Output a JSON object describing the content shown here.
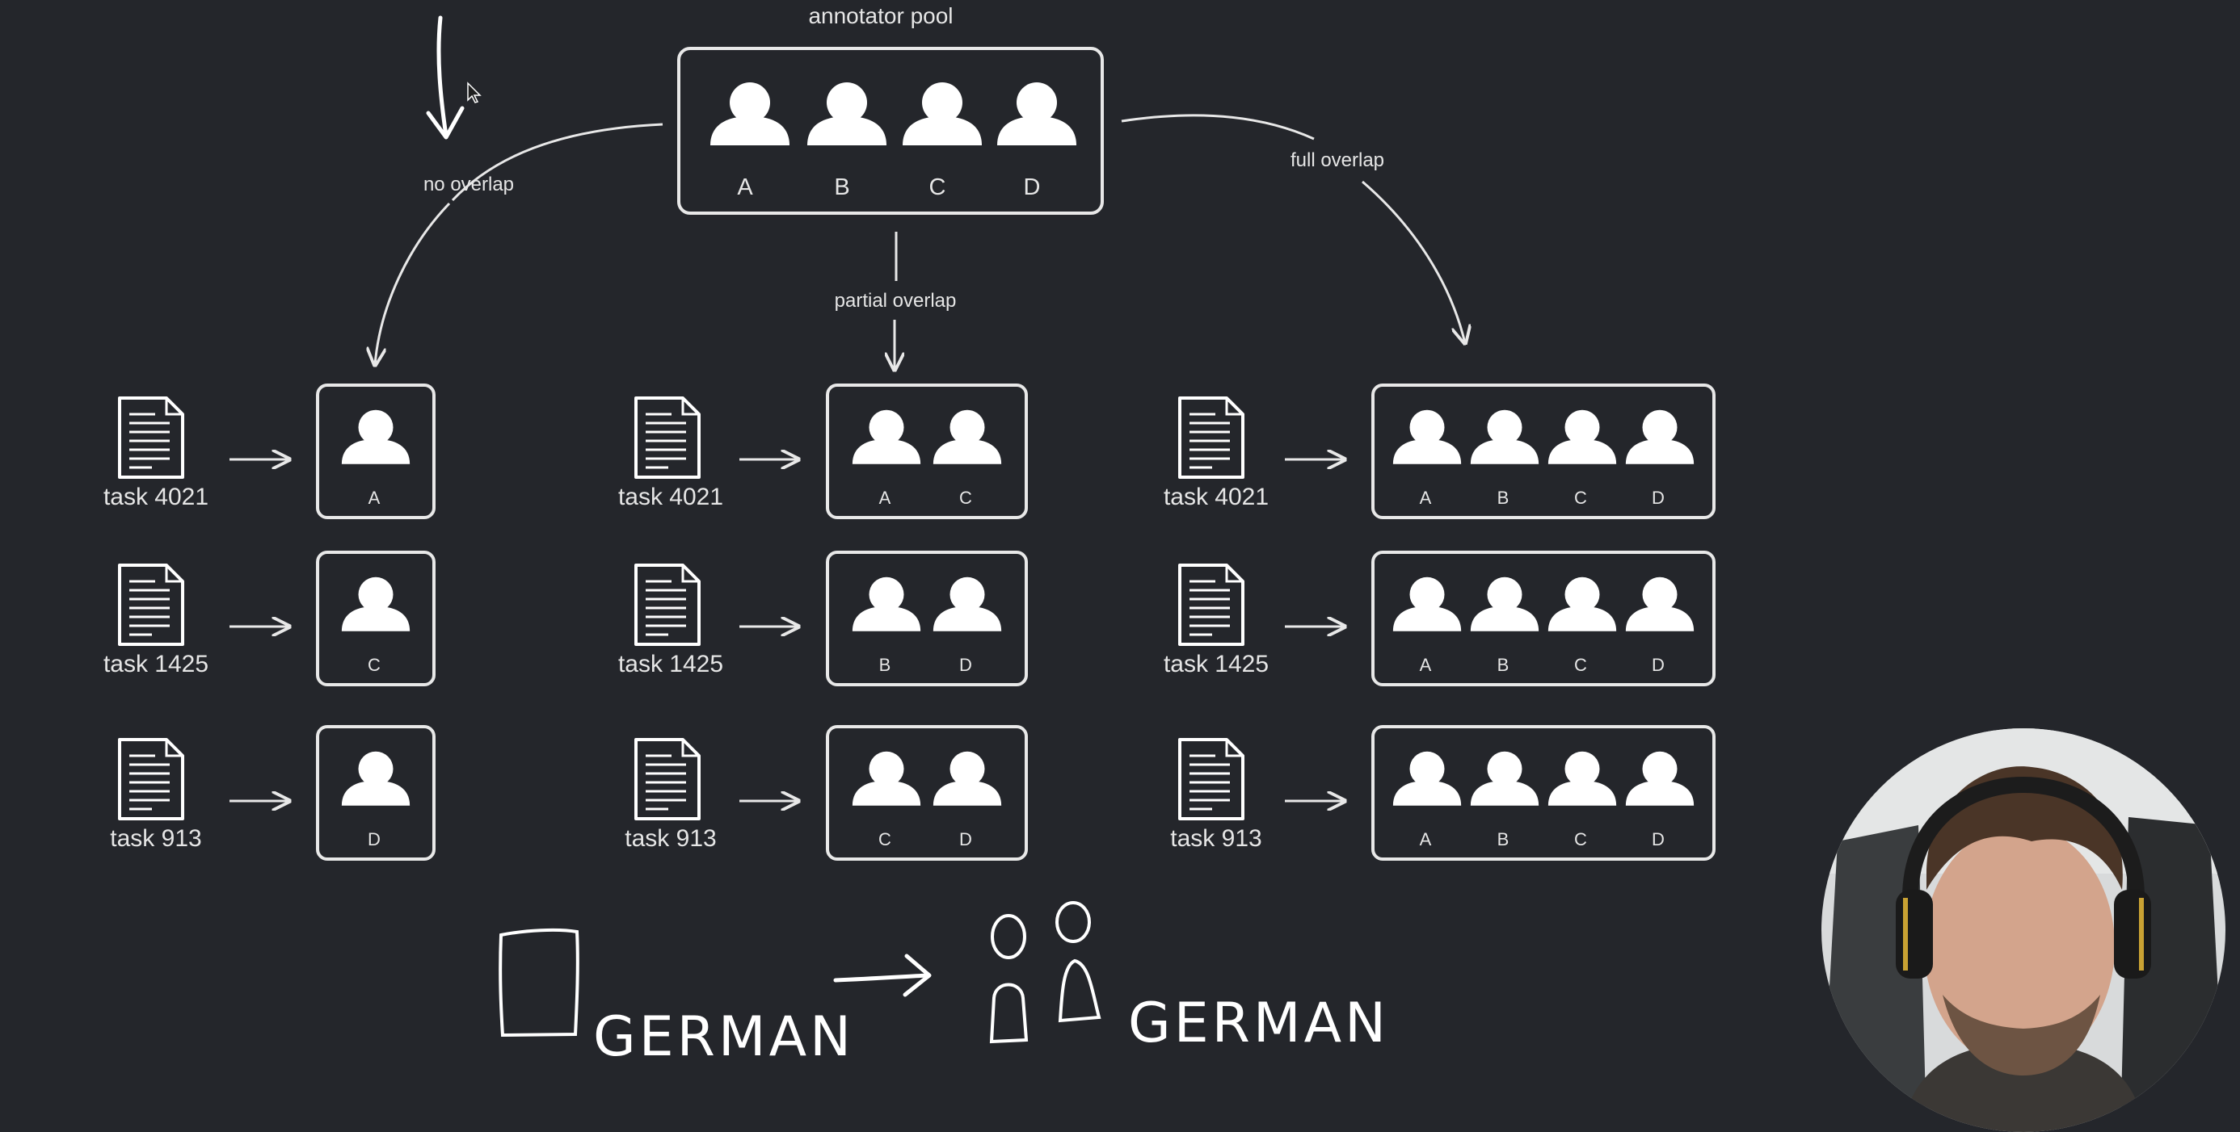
{
  "pool": {
    "title": "annotator pool",
    "letters": [
      "A",
      "B",
      "C",
      "D"
    ]
  },
  "edges": {
    "no_overlap": "no overlap",
    "partial_overlap": "partial overlap",
    "full_overlap": "full overlap"
  },
  "tasks": [
    "task 4021",
    "task 1425",
    "task 913"
  ],
  "columns": {
    "no_overlap": [
      [
        "A"
      ],
      [
        "C"
      ],
      [
        "D"
      ]
    ],
    "partial_overlap": [
      [
        "A",
        "C"
      ],
      [
        "B",
        "D"
      ],
      [
        "C",
        "D"
      ]
    ],
    "full_overlap": [
      [
        "A",
        "B",
        "C",
        "D"
      ],
      [
        "A",
        "B",
        "C",
        "D"
      ],
      [
        "A",
        "B",
        "C",
        "D"
      ]
    ]
  },
  "handwriting": {
    "left": "GERMAN",
    "right": "GERMAN"
  },
  "colors": {
    "background": "#24262b",
    "stroke": "#e8e8e8"
  }
}
